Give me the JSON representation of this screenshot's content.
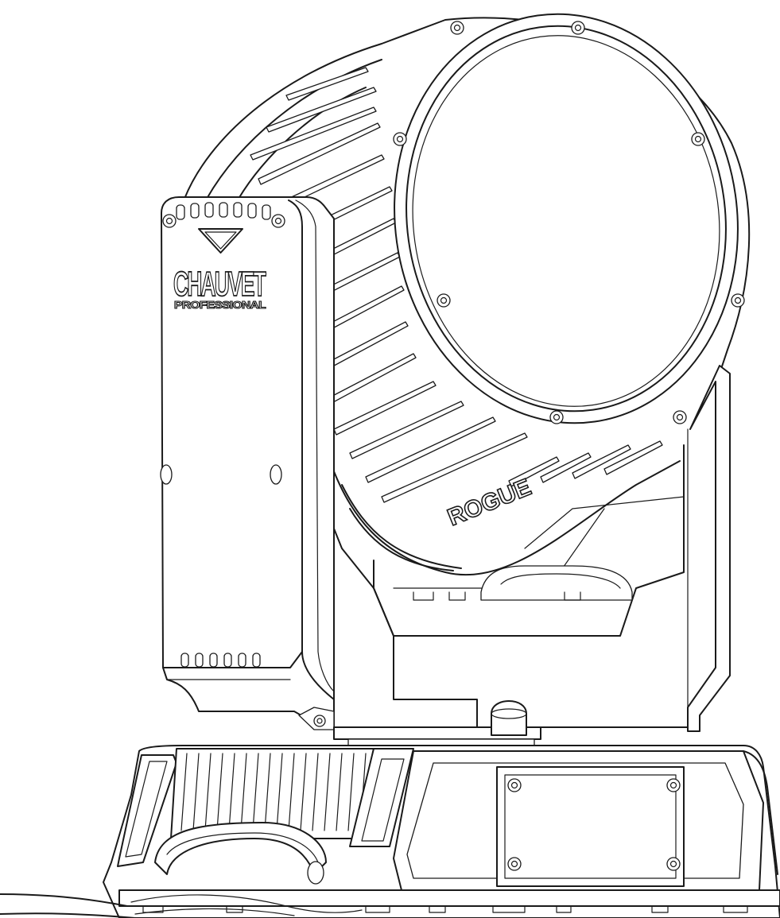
{
  "figure": {
    "subject": "moving-head-wash-fixture",
    "logo": {
      "brand": "CHAUVET",
      "subtitle": "PROFESSIONAL"
    },
    "head_marking": "ROGUE"
  },
  "colors": {
    "line": "#1a1a1a",
    "background": "#ffffff"
  }
}
